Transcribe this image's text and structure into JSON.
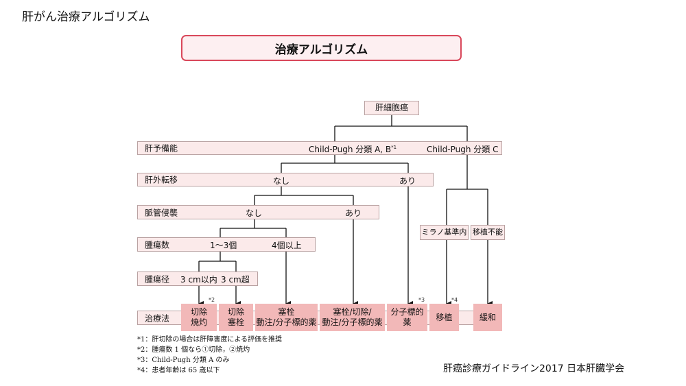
{
  "slide_title": "肝がん治療アルゴリズム",
  "box_title": "治療アルゴリズム",
  "root": "肝細胞癌",
  "rows": {
    "liver_function": {
      "label": "肝予備能",
      "left": "Child-Pugh 分類 A, B",
      "left_ref": "*1",
      "right": "Child-Pugh 分類 C"
    },
    "extrahepatic": {
      "label": "肝外転移",
      "left": "なし",
      "right": "あり"
    },
    "vascular": {
      "label": "脈管侵襲",
      "left": "なし",
      "right": "あり"
    },
    "tumor_count": {
      "label": "腫瘍数",
      "left": "1〜3個",
      "right": "4個以上"
    },
    "tumor_size": {
      "label": "腫瘍径",
      "left": "3 cm以内",
      "right": "3 cm超"
    },
    "treatment": {
      "label": "治療法"
    }
  },
  "side_conditions": {
    "milan": "ミラノ基準内",
    "no_transplant": "移植不能"
  },
  "treatments": [
    {
      "id": "ablation",
      "text": "切除\n焼灼",
      "ref": "*2"
    },
    {
      "id": "resection_tace",
      "text": "切除\n塞栓",
      "ref": ""
    },
    {
      "id": "tace_hai",
      "text": "塞栓\n動注/分子標的薬",
      "ref": ""
    },
    {
      "id": "tace_resection",
      "text": "塞栓/切除/\n動注/分子標的薬",
      "ref": ""
    },
    {
      "id": "molecular",
      "text": "分子標的薬",
      "ref": "*3"
    },
    {
      "id": "transplant",
      "text": "移植",
      "ref": "*4"
    },
    {
      "id": "palliative",
      "text": "緩和",
      "ref": ""
    }
  ],
  "notes": [
    "*1：肝切除の場合は肝障害度による評価を推奨",
    "*2：腫瘍数 1 個なら①切除，②焼灼",
    "*3：Child-Pugh 分類 A のみ",
    "*4：患者年齢は 65 歳以下"
  ],
  "credit": "肝癌診療ガイドライン2017  日本肝臓学会",
  "colors": {
    "title_border": "#d9475a",
    "band_fill": "#fbeaea",
    "treatment_fill": "#f2b8b8"
  }
}
